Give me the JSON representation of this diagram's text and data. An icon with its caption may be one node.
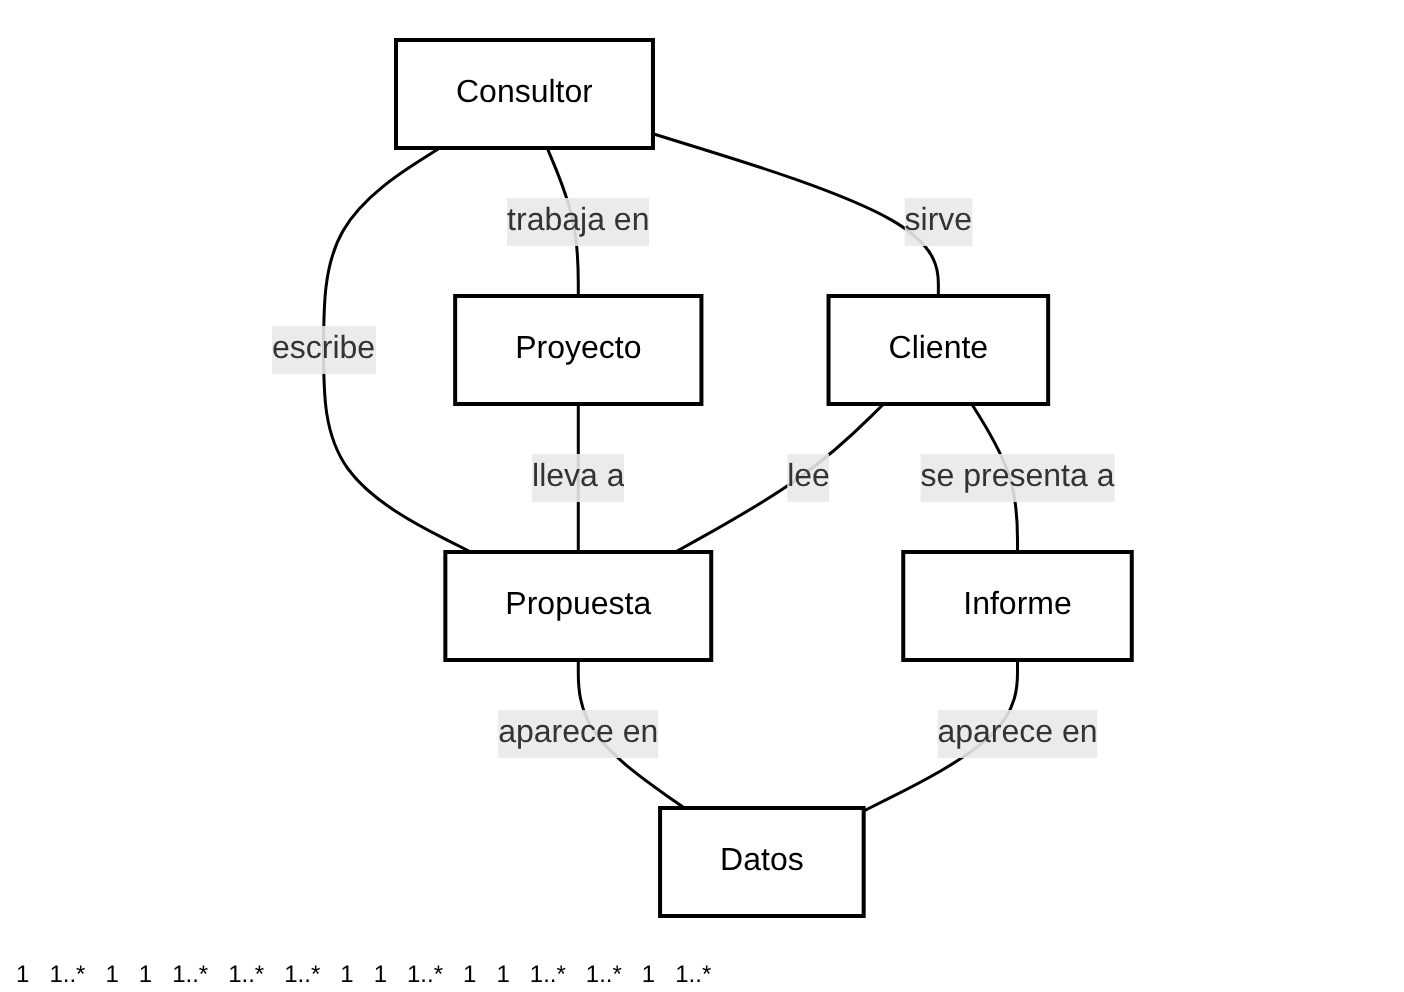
{
  "diagram": {
    "nodes": [
      {
        "text": [
          "Consultor"
        ]
      },
      {
        "text": [
          "Proyecto"
        ]
      },
      {
        "text": [
          "Cliente"
        ]
      },
      {
        "text": [
          "Propuesta"
        ]
      },
      {
        "text": [
          "Informe"
        ]
      },
      {
        "text": [
          "Datos"
        ]
      }
    ],
    "edges": [
      {
        "from": 0,
        "to": 1,
        "arrow": "none",
        "label": "trabaja en"
      },
      {
        "from": 0,
        "to": 3,
        "arrow": "none",
        "label": "escribe"
      },
      {
        "from": 0,
        "to": 2,
        "arrow": "none",
        "label": "sirve"
      },
      {
        "from": 1,
        "to": 3,
        "arrow": "none",
        "label": "lleva a"
      },
      {
        "from": 2,
        "to": 3,
        "arrow": "none",
        "label": "lee"
      },
      {
        "from": 2,
        "to": 4,
        "arrow": "none",
        "label": "se presenta a"
      },
      {
        "from": 3,
        "to": 5,
        "arrow": "none",
        "label": "aparece en"
      },
      {
        "from": 4,
        "to": 5,
        "arrow": "none",
        "label": "aparece en"
      }
    ],
    "labels": [
      "1",
      "1..*",
      "1",
      "1",
      "1..*",
      "1..*",
      "1..*",
      "1",
      "1",
      "1..*",
      "1",
      "1",
      "1..*",
      "1..*",
      "1",
      "1..*"
    ]
  }
}
